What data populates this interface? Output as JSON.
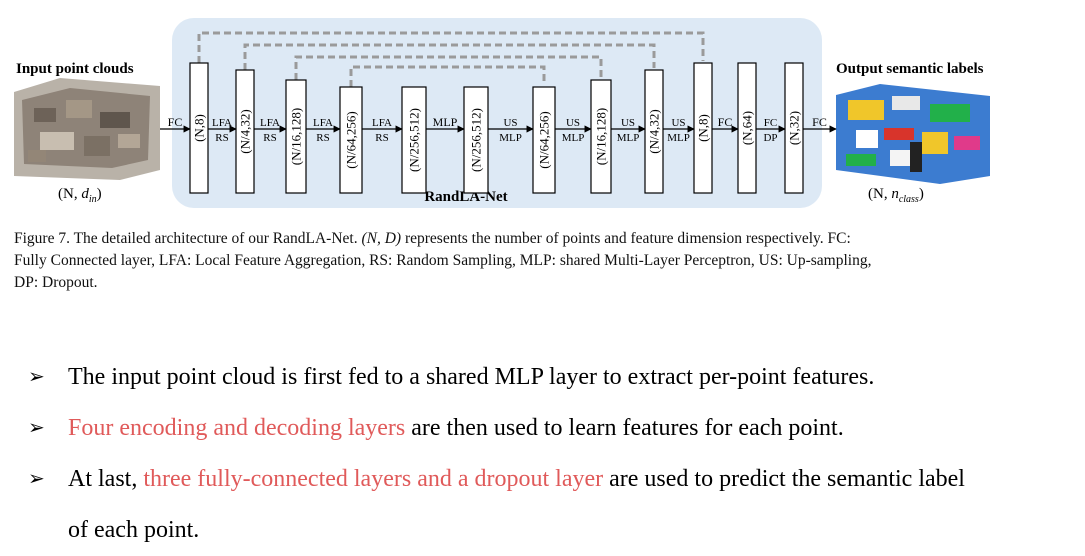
{
  "diagram": {
    "input_title": "Input point clouds",
    "output_title": "Output semantic labels",
    "input_shape": "(N, din)",
    "output_shape": "(N, nclass)",
    "net_name": "RandLA-Net",
    "blocks": [
      "(N,8)",
      "(N/4,32)",
      "(N/16,128)",
      "(N/64,256)",
      "(N/256,512)",
      "(N/256,512)",
      "(N/64,256)",
      "(N/16,128)",
      "(N/4,32)",
      "(N,8)",
      "(N,64)",
      "(N,32)"
    ],
    "edges": [
      {
        "top": "FC",
        "bottom": ""
      },
      {
        "top": "LFA",
        "bottom": "RS"
      },
      {
        "top": "LFA",
        "bottom": "RS"
      },
      {
        "top": "LFA",
        "bottom": "RS"
      },
      {
        "top": "LFA",
        "bottom": "RS"
      },
      {
        "top": "MLP",
        "bottom": ""
      },
      {
        "top": "US",
        "bottom": "MLP"
      },
      {
        "top": "US",
        "bottom": "MLP"
      },
      {
        "top": "US",
        "bottom": "MLP"
      },
      {
        "top": "US",
        "bottom": "MLP"
      },
      {
        "top": "FC",
        "bottom": ""
      },
      {
        "top": "FC",
        "bottom": "DP"
      },
      {
        "top": "FC",
        "bottom": ""
      }
    ],
    "colors": {
      "panel": "#dde9f5",
      "skip": "#9a9a9a",
      "highlight": "#e05a5a"
    }
  },
  "caption": {
    "figure": "Figure 7. The detailed architecture of our RandLA-Net.",
    "math": "(N, D)",
    "text_1": "represents the number of points and feature dimension respectively. FC:",
    "line_2": "Fully Connected layer, LFA: Local Feature Aggregation, RS: Random Sampling, MLP: shared Multi-Layer Perceptron, US: Up-sampling,",
    "line_3": "DP: Dropout."
  },
  "bullets": {
    "b1": "The input point cloud is first fed to a shared MLP layer to extract per-point features.",
    "b2_hl": "Four encoding and decoding layers",
    "b2_rest": " are then used to learn features for each point.",
    "b3_pre": "At last, ",
    "b3_hl": "three fully-connected layers and a dropout layer",
    "b3_rest": " are used to predict the semantic label",
    "b3_cont": "of each point."
  }
}
